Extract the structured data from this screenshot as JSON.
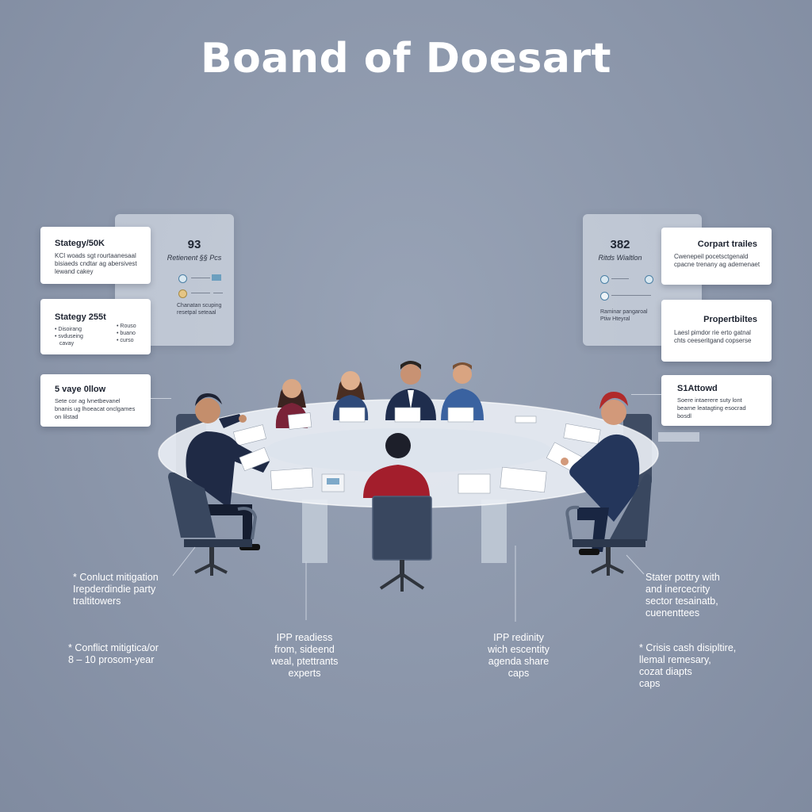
{
  "title": "Boand of Doesart",
  "left_back_panel": {
    "number": "93",
    "caption": "Retienent §§ Pcs",
    "note": "Chanatan scuping\nresetpal seteaal"
  },
  "right_back_panel": {
    "number": "382",
    "caption": "Ritds Wialtlon",
    "note": "Raminar pangaroal\nPtiw Hteyral"
  },
  "left_cards": [
    {
      "head": "Stategy/50K",
      "body": "KCI woads sgt rourtaanesaal\nbisiaeds cndtar ag abersivest\nlewand cakey"
    },
    {
      "head": "Stategy 255t",
      "body": "• Disoirang\n• svduseing\n   cavay",
      "side": "• Rouso\n• buano\n• curso"
    },
    {
      "head": "5 vaye 0llow",
      "body": "Sete cor ag lvnetbevanel\nbnanis ug lhoeacat onclgames\non lilstad"
    }
  ],
  "right_cards": [
    {
      "head": "Corpart trailes",
      "body": "Cwenepeil pocetsctgenald\ncpacne trenany ag ademenaet"
    },
    {
      "head": "Propertbiltes",
      "body": "Laesl pimdor rie erto gatnal\nchts ceeseritgand copserse"
    },
    {
      "head": "S1Attowd",
      "body": "Soere intaerere suty lont\nbearne leatagting esocrad\nbosdl"
    }
  ],
  "annotations": [
    {
      "id": "top-left",
      "text": "* Conluct mitigation\nIrepderdindie party\ntraltitowers"
    },
    {
      "id": "bottom-left",
      "text": "* Conflict mitigtica/or\n8 – 10 prosom-year"
    },
    {
      "id": "center-left",
      "text": "IPP readiess\nfrom, sideend\nweal, ptettrants\nexperts"
    },
    {
      "id": "center-right",
      "text": "IPP redinity\nwich escentity\nagenda share\ncaps"
    },
    {
      "id": "top-right",
      "text": "Stater pottry with\nand inercecrity\nsector tesainatb,\ncuenenttees"
    },
    {
      "id": "bottom-right",
      "text": "* Crisis cash disipltire,\nllemal remesary,\ncozat diapts\ncaps"
    }
  ],
  "colors": {
    "background": "#8b96aa",
    "table": "#e9eef4",
    "suit_navy": "#1f2d4d",
    "suit_red": "#9e1c2b",
    "chair": "#39475f"
  },
  "icons": [
    "boardroom-table-icon",
    "person-icon",
    "office-chair-icon",
    "document-icon"
  ]
}
